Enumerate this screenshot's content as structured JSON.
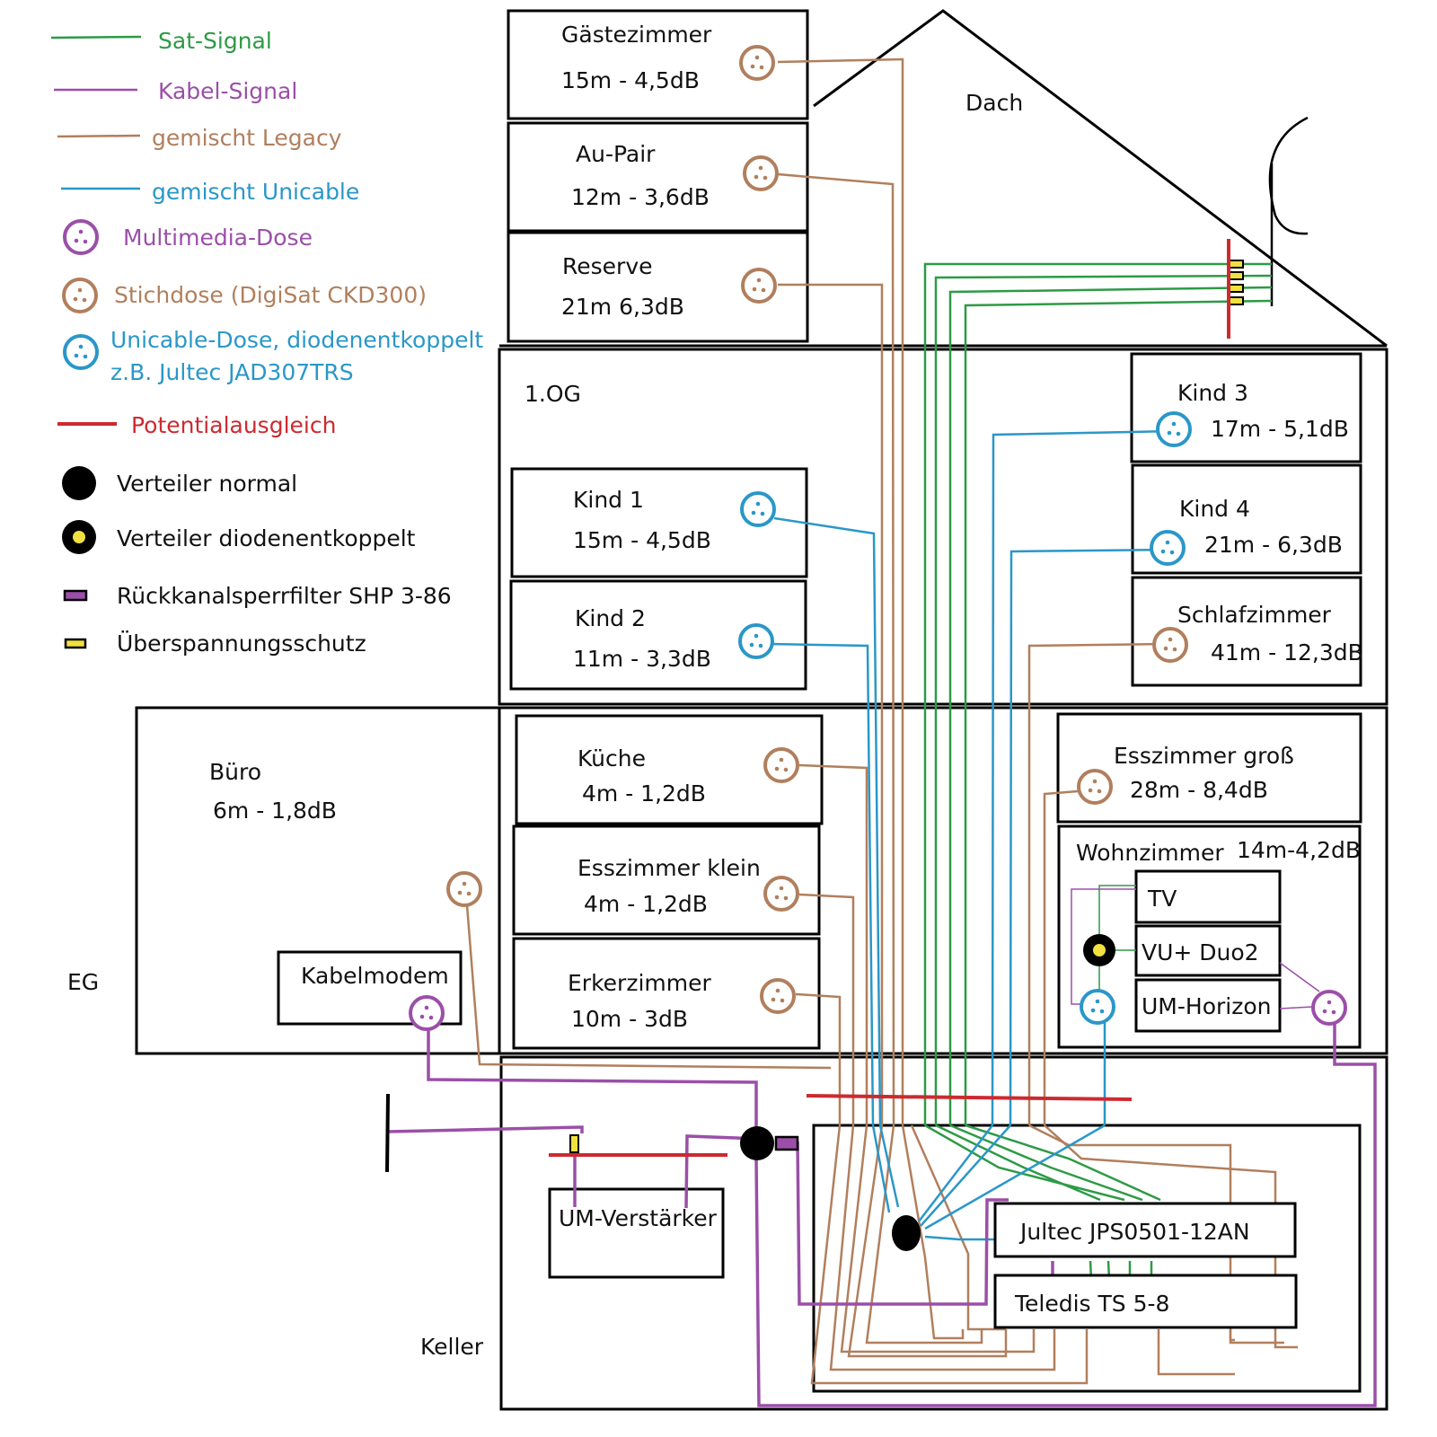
{
  "colors": {
    "sat": "#2e9a46",
    "kabel": "#9b4fa8",
    "legacy": "#b17f5d",
    "unicable": "#2a97c8",
    "potential": "#cc2a30",
    "surge": "#f0e040"
  },
  "legend": {
    "sat_signal": "Sat-Signal",
    "kabel_signal": "Kabel-Signal",
    "gemischt_legacy": "gemischt Legacy",
    "gemischt_unicable": "gemischt Unicable",
    "multimedia_dose": "Multimedia-Dose",
    "stichdose": "Stichdose (DigiSat CKD300)",
    "unicable_dose_line1": "Unicable-Dose, diodenentkoppelt",
    "unicable_dose_line2": "z.B. Jultec JAD307TRS",
    "potentialausgleich": "Potentialausgleich",
    "verteiler_normal": "Verteiler normal",
    "verteiler_diode": "Verteiler diodenentkoppelt",
    "rueckkanal": "Rückkanalsperrfilter SHP 3-86",
    "ueberspannung": "Überspannungsschutz"
  },
  "floors": {
    "dach": "Dach",
    "og": "1.OG",
    "eg": "EG",
    "keller": "Keller"
  },
  "rooms": {
    "gaestezimmer": {
      "name": "Gästezimmer",
      "spec": "15m - 4,5dB"
    },
    "aupair": {
      "name": "Au-Pair",
      "spec": "12m - 3,6dB"
    },
    "reserve": {
      "name": "Reserve",
      "spec": "21m  6,3dB"
    },
    "kind1": {
      "name": "Kind 1",
      "spec": "15m - 4,5dB"
    },
    "kind2": {
      "name": "Kind 2",
      "spec": "11m - 3,3dB"
    },
    "kind3": {
      "name": "Kind 3",
      "spec": "17m - 5,1dB"
    },
    "kind4": {
      "name": "Kind 4",
      "spec": "21m - 6,3dB"
    },
    "schlafzimmer": {
      "name": "Schlafzimmer",
      "spec": "41m - 12,3dB"
    },
    "buero": {
      "name": "Büro",
      "spec": "6m - 1,8dB"
    },
    "kueche": {
      "name": "Küche",
      "spec": "4m - 1,2dB"
    },
    "esszimmer_klein": {
      "name": "Esszimmer klein",
      "spec": "4m - 1,2dB"
    },
    "erkerzimmer": {
      "name": "Erkerzimmer",
      "spec": "10m - 3dB"
    },
    "esszimmer_gross": {
      "name": "Esszimmer groß",
      "spec": "28m - 8,4dB"
    },
    "wohnzimmer": {
      "name": "Wohnzimmer",
      "spec": "14m-4,2dB"
    }
  },
  "devices": {
    "kabelmodem": "Kabelmodem",
    "tv": "TV",
    "vu_duo2": "VU+ Duo2",
    "um_horizon": "UM-Horizon",
    "um_verstaerker": "UM-Verstärker",
    "jultec": "Jultec JPS0501-12AN",
    "teledis": "Teledis TS 5-8"
  }
}
